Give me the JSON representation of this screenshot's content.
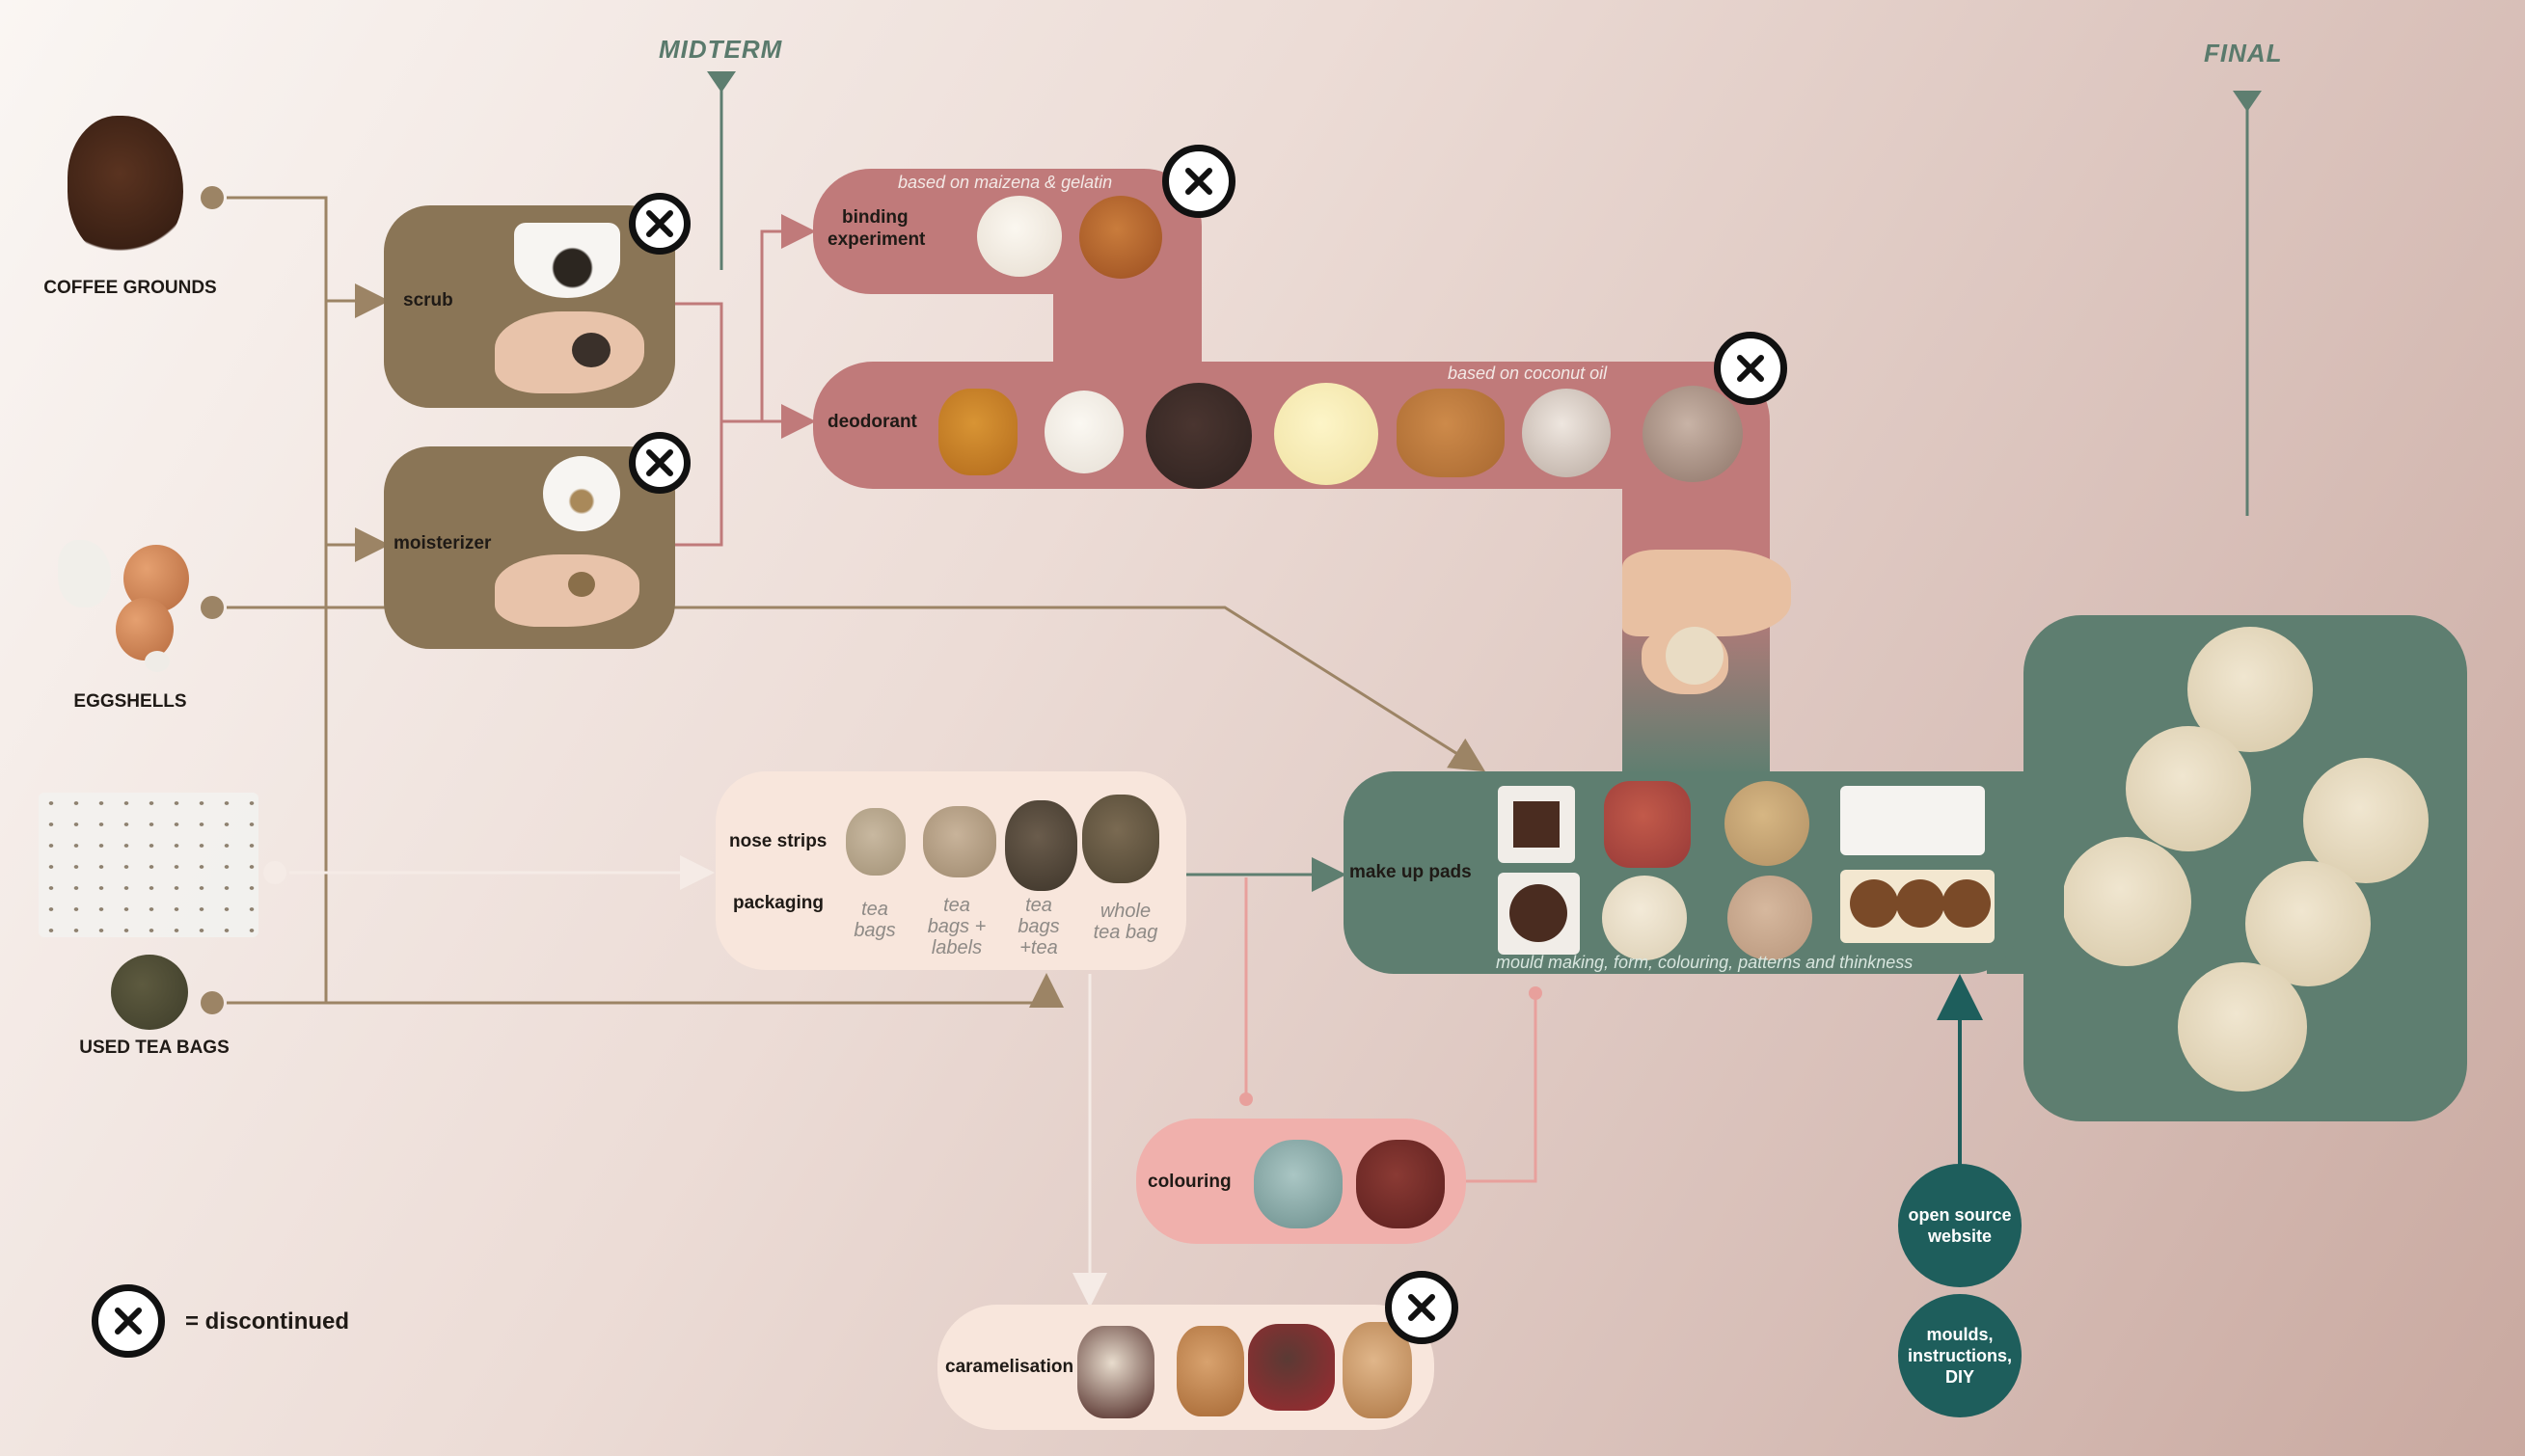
{
  "stages": {
    "midterm": "MIDTERM",
    "final": "FINAL"
  },
  "sources": {
    "coffee": "COFFEE GROUNDS",
    "eggshells": "EGGSHELLS",
    "tea": "USED TEA BAGS"
  },
  "nodes": {
    "scrub": "scrub",
    "moisterizer": "moisterizer",
    "binding_line1": "binding",
    "binding_line2": "experiment",
    "binding_note": "based on maizena & gelatin",
    "deodorant": "deodorant",
    "deodorant_note": "based on coconut oil",
    "nose_strips": "nose strips",
    "packaging": "packaging",
    "make_up_pads": "make up pads",
    "make_up_note": "mould making, form, colouring, patterns and thinkness",
    "colouring": "colouring",
    "caramelisation": "caramelisation"
  },
  "packaging_captions": [
    [
      "tea",
      "bags"
    ],
    [
      "tea",
      "bags +",
      "labels"
    ],
    [
      "tea",
      "bags",
      "+tea"
    ],
    [
      "whole",
      "tea bag"
    ]
  ],
  "outputs": {
    "website_line1": "open source",
    "website_line2": "website",
    "moulds_line1": "moulds,",
    "moulds_line2": "instructions,",
    "moulds_line3": "DIY"
  },
  "legend": {
    "text": "= discontinued"
  },
  "colors": {
    "brown_panel": "#8a7556",
    "rose_panel": "#c07a7a",
    "cream_panel": "#f8e6dc",
    "pink_panel": "#f0b0ac",
    "green_panel": "#5e7e70",
    "teal_button": "#1e5e5c",
    "flow_brown": "#9c8465",
    "flow_rose": "#c07a7a",
    "flow_green": "#5e7e70",
    "flow_white": "#f5ebe6",
    "flow_pink": "#e8a09c"
  },
  "icons": [
    "close-icon",
    "arrow-right-icon",
    "arrow-down-icon",
    "arrow-up-icon"
  ]
}
